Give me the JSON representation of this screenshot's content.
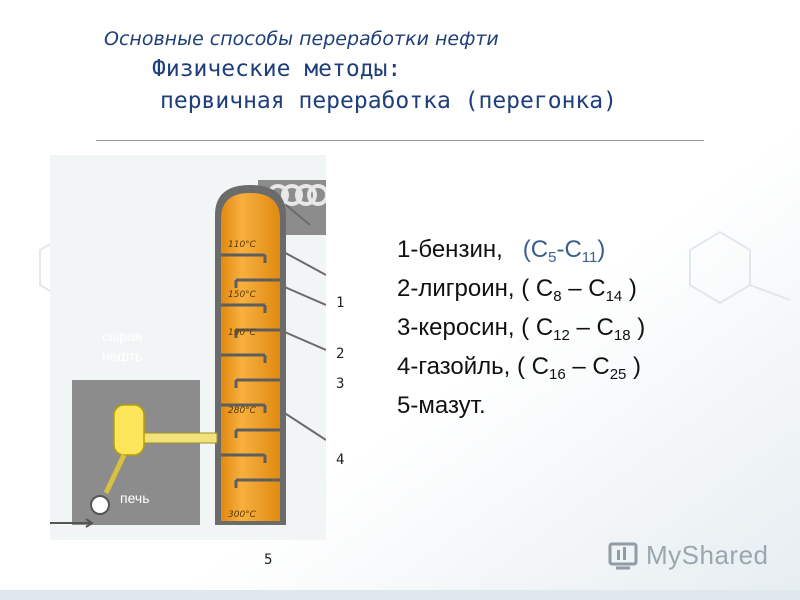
{
  "title": {
    "main": "Основные способы переработки нефти",
    "sub1": "Физические методы:",
    "sub2": "первичная переработка (перегонка)"
  },
  "figure": {
    "crude_label_1": "сырая",
    "crude_label_2": "нефть",
    "furnace_label": "печь",
    "temperatures": [
      "110°C",
      "150°C",
      "190°C",
      "280°C",
      "300°C"
    ],
    "colors": {
      "column": "#f5a623",
      "crude": "#fde65a",
      "box": "#8c8c8c"
    }
  },
  "outlet_numbers": [
    "1",
    "2",
    "3",
    "4",
    "5"
  ],
  "fractions": [
    {
      "num": "1",
      "name": "бензин,",
      "open": "(C",
      "a": "5",
      "dash": "-C",
      "b": "11",
      "close": ")"
    },
    {
      "num": "2",
      "name": "лигроин,",
      "open": "( C",
      "a": "8",
      "dash": " – C",
      "b": "14",
      "close": " )"
    },
    {
      "num": "3",
      "name": "керосин,",
      "open": "( C",
      "a": "12",
      "dash": " – C",
      "b": "18",
      "close": " )"
    },
    {
      "num": "4",
      "name": "газойль,",
      "open": "( C",
      "a": "16",
      "dash": " – C",
      "b": "25",
      "close": " )"
    },
    {
      "num": "5",
      "name": "мазут.",
      "open": "",
      "a": "",
      "dash": "",
      "b": "",
      "close": ""
    }
  ],
  "logo": {
    "text": "MyShared"
  }
}
